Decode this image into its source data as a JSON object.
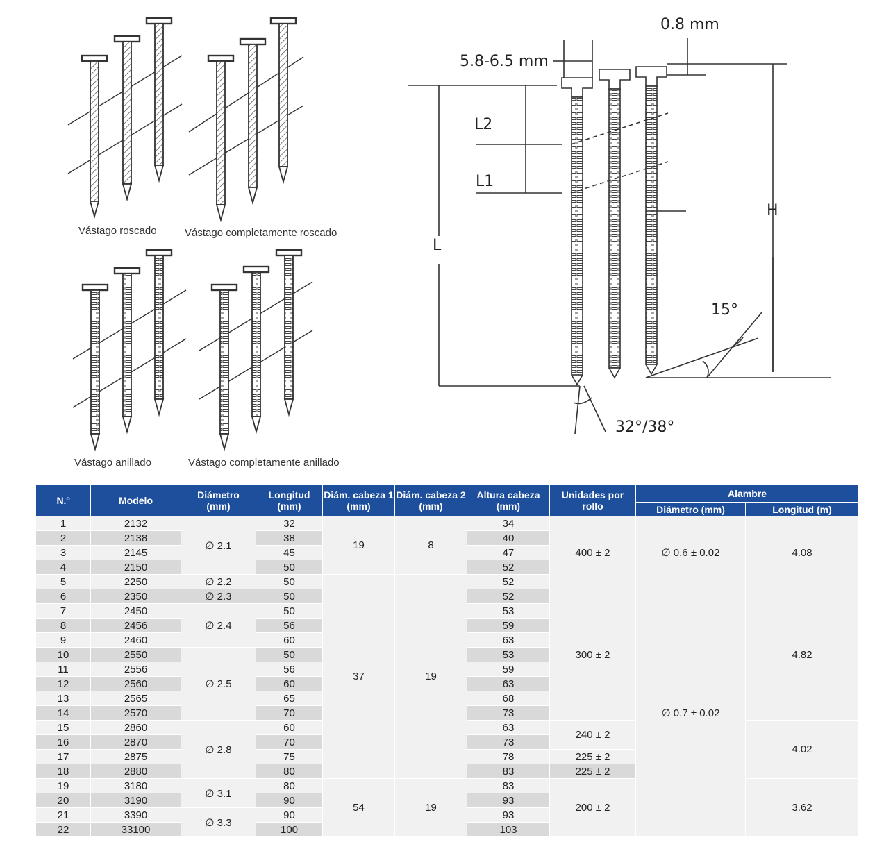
{
  "illustrations": {
    "captions": {
      "threaded": "Vástago roscado",
      "fully_threaded": "Vástago completamente roscado",
      "ringed": "Vástago anillado",
      "fully_ringed": "Vástago completamente anillado"
    },
    "dimensions": {
      "head_diameter": "5.8-6.5 mm",
      "head_thickness": "0.8 mm",
      "l2": "L2",
      "l1": "L1",
      "length": "L",
      "height": "H",
      "collation_angle": "15°",
      "point_angle": "32°/38°"
    }
  },
  "table": {
    "headers": {
      "no": "N.º",
      "model": "Modelo",
      "diameter": [
        "Diámetro",
        "(mm)"
      ],
      "length": [
        "Longitud",
        "(mm)"
      ],
      "head_d1": [
        "Diám. cabeza 1",
        "(mm)"
      ],
      "head_d2": [
        "Diám. cabeza 2",
        "(mm)"
      ],
      "head_h": [
        "Altura cabeza",
        "(mm)"
      ],
      "units": "Unidades por rollo",
      "wire": "Alambre",
      "wire_diameter": "Diámetro (mm)",
      "wire_length": "Longitud (m)"
    },
    "rows": [
      {
        "no": "1",
        "model": "2132",
        "length": "32",
        "head_h": "34"
      },
      {
        "no": "2",
        "model": "2138",
        "length": "38",
        "head_h": "40"
      },
      {
        "no": "3",
        "model": "2145",
        "length": "45",
        "head_h": "47"
      },
      {
        "no": "4",
        "model": "2150",
        "length": "50",
        "head_h": "52"
      },
      {
        "no": "5",
        "model": "2250",
        "length": "50",
        "head_h": "52"
      },
      {
        "no": "6",
        "model": "2350",
        "length": "50",
        "head_h": "52"
      },
      {
        "no": "7",
        "model": "2450",
        "length": "50",
        "head_h": "53"
      },
      {
        "no": "8",
        "model": "2456",
        "length": "56",
        "head_h": "59"
      },
      {
        "no": "9",
        "model": "2460",
        "length": "60",
        "head_h": "63"
      },
      {
        "no": "10",
        "model": "2550",
        "length": "50",
        "head_h": "53"
      },
      {
        "no": "11",
        "model": "2556",
        "length": "56",
        "head_h": "59"
      },
      {
        "no": "12",
        "model": "2560",
        "length": "60",
        "head_h": "63"
      },
      {
        "no": "13",
        "model": "2565",
        "length": "65",
        "head_h": "68"
      },
      {
        "no": "14",
        "model": "2570",
        "length": "70",
        "head_h": "73"
      },
      {
        "no": "15",
        "model": "2860",
        "length": "60",
        "head_h": "63"
      },
      {
        "no": "16",
        "model": "2870",
        "length": "70",
        "head_h": "73"
      },
      {
        "no": "17",
        "model": "2875",
        "length": "75",
        "head_h": "78"
      },
      {
        "no": "18",
        "model": "2880",
        "length": "80",
        "head_h": "83"
      },
      {
        "no": "19",
        "model": "3180",
        "length": "80",
        "head_h": "83"
      },
      {
        "no": "20",
        "model": "3190",
        "length": "90",
        "head_h": "93"
      },
      {
        "no": "21",
        "model": "3390",
        "length": "90",
        "head_h": "93"
      },
      {
        "no": "22",
        "model": "33100",
        "length": "100",
        "head_h": "103"
      }
    ],
    "diameter_groups": [
      {
        "label": "∅ 2.1",
        "start": 0,
        "span": 4
      },
      {
        "label": "∅ 2.2",
        "start": 4,
        "span": 1
      },
      {
        "label": "∅ 2.3",
        "start": 5,
        "span": 1
      },
      {
        "label": "∅ 2.4",
        "start": 6,
        "span": 3
      },
      {
        "label": "∅ 2.5",
        "start": 9,
        "span": 5
      },
      {
        "label": "∅ 2.8",
        "start": 14,
        "span": 4
      },
      {
        "label": "∅ 3.1",
        "start": 18,
        "span": 2
      },
      {
        "label": "∅ 3.3",
        "start": 20,
        "span": 2
      }
    ],
    "head_d1_groups": [
      {
        "label": "19",
        "start": 0,
        "span": 4
      },
      {
        "label": "37",
        "start": 4,
        "span": 14
      },
      {
        "label": "54",
        "start": 18,
        "span": 4
      }
    ],
    "head_d2_groups": [
      {
        "label": "8",
        "start": 0,
        "span": 4
      },
      {
        "label": "19",
        "start": 4,
        "span": 14
      },
      {
        "label": "19",
        "start": 18,
        "span": 4
      }
    ],
    "units_groups": [
      {
        "label": "400 ± 2",
        "start": 0,
        "span": 5
      },
      {
        "label": "300 ± 2",
        "start": 5,
        "span": 9
      },
      {
        "label": "240 ± 2",
        "start": 14,
        "span": 2
      },
      {
        "label": "225 ± 2",
        "start": 16,
        "span": 1
      },
      {
        "label": "225 ± 2",
        "start": 17,
        "span": 1
      },
      {
        "label": "200 ± 2",
        "start": 18,
        "span": 4
      }
    ],
    "wire_diameter_groups": [
      {
        "label": "∅ 0.6 ± 0.02",
        "start": 0,
        "span": 5
      },
      {
        "label": "∅ 0.7 ± 0.02",
        "start": 5,
        "span": 17
      }
    ],
    "wire_length_groups": [
      {
        "label": "4.08",
        "start": 0,
        "span": 5
      },
      {
        "label": "4.82",
        "start": 5,
        "span": 9
      },
      {
        "label": "4.02",
        "start": 14,
        "span": 4
      },
      {
        "label": "3.62",
        "start": 18,
        "span": 4
      }
    ]
  }
}
